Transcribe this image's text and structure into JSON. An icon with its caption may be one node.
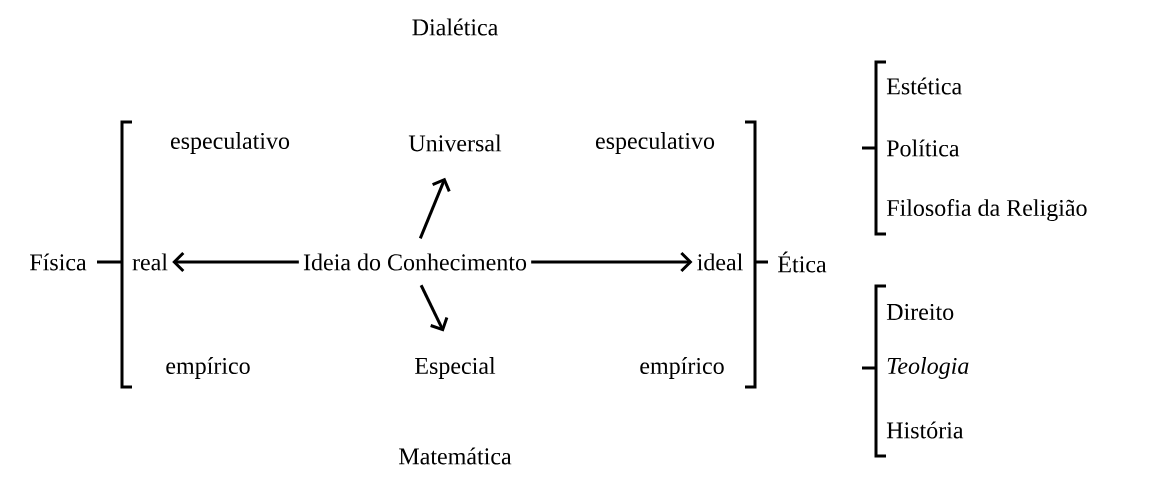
{
  "diagram": {
    "nodes": [
      {
        "text": [
          "Ideia do Conhecimento"
        ]
      },
      {
        "text": [
          "real"
        ]
      },
      {
        "text": [
          "ideal"
        ]
      },
      {
        "text": [
          "Universal"
        ]
      },
      {
        "text": [
          "Especial"
        ]
      }
    ],
    "edges": [
      {
        "from": 0,
        "to": 1,
        "arrow": "to"
      },
      {
        "from": 0,
        "to": 2,
        "arrow": "to"
      },
      {
        "from": 0,
        "to": 3,
        "arrow": "to"
      },
      {
        "from": 0,
        "to": 4,
        "arrow": "to"
      }
    ],
    "labels": [
      "Dialética",
      "especulativo",
      "especulativo",
      "Física",
      "Ética",
      "empírico",
      "empírico",
      "Matemática",
      "Estética",
      "Política",
      "Filosofia da Religião",
      "Direito",
      "Teologia",
      "História"
    ]
  }
}
